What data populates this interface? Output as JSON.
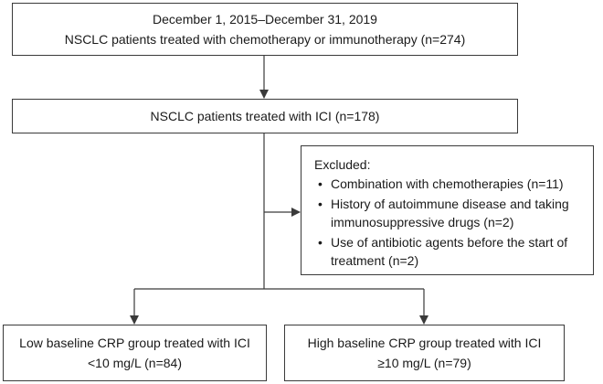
{
  "nodes": {
    "top": {
      "line1": "December 1, 2015–December 31, 2019",
      "line2": "NSCLC patients treated with chemotherapy or immunotherapy (n=274)"
    },
    "mid": {
      "line1": "NSCLC patients treated with ICI (n=178)"
    },
    "excluded": {
      "title": "Excluded:",
      "items": [
        {
          "lines": [
            "Combination with chemotherapies (n=11)"
          ]
        },
        {
          "lines": [
            "History of autoimmune disease and taking",
            "immunosuppressive drugs (n=2)"
          ]
        },
        {
          "lines": [
            "Use of antibiotic agents before the start of",
            "treatment (n=2)"
          ]
        }
      ]
    },
    "low": {
      "line1": "Low baseline CRP group treated with ICI",
      "line2": "<10 mg/L (n=84)"
    },
    "high": {
      "line1": "High baseline CRP group treated with ICI",
      "line2": "≥10 mg/L (n=79)"
    }
  },
  "colors": {
    "line": "#3a3a3a",
    "text": "#1a1a1a"
  }
}
